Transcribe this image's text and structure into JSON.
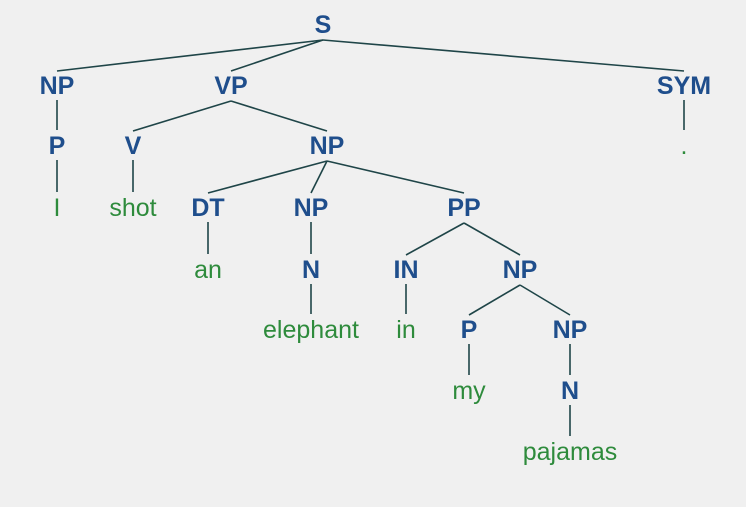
{
  "colors": {
    "background": "#f0f0f0",
    "category": "#1f4e8c",
    "word": "#2e8b3c",
    "edge": "#1f4548"
  },
  "tree": {
    "label": "S",
    "children": [
      {
        "label": "NP",
        "children": [
          {
            "label": "P",
            "children": [
              {
                "label": "I",
                "word": true
              }
            ]
          }
        ]
      },
      {
        "label": "VP",
        "children": [
          {
            "label": "V",
            "children": [
              {
                "label": "shot",
                "word": true
              }
            ]
          },
          {
            "label": "NP",
            "children": [
              {
                "label": "DT",
                "children": [
                  {
                    "label": "an",
                    "word": true
                  }
                ]
              },
              {
                "label": "NP",
                "children": [
                  {
                    "label": "N",
                    "children": [
                      {
                        "label": "elephant",
                        "word": true
                      }
                    ]
                  }
                ]
              },
              {
                "label": "PP",
                "children": [
                  {
                    "label": "IN",
                    "children": [
                      {
                        "label": "in",
                        "word": true
                      }
                    ]
                  },
                  {
                    "label": "NP",
                    "children": [
                      {
                        "label": "P",
                        "children": [
                          {
                            "label": "my",
                            "word": true
                          }
                        ]
                      },
                      {
                        "label": "NP",
                        "children": [
                          {
                            "label": "N",
                            "children": [
                              {
                                "label": "pajamas",
                                "word": true
                              }
                            ]
                          }
                        ]
                      }
                    ]
                  }
                ]
              }
            ]
          }
        ]
      },
      {
        "label": "SYM",
        "children": [
          {
            "label": ".",
            "word": true
          }
        ]
      }
    ]
  }
}
